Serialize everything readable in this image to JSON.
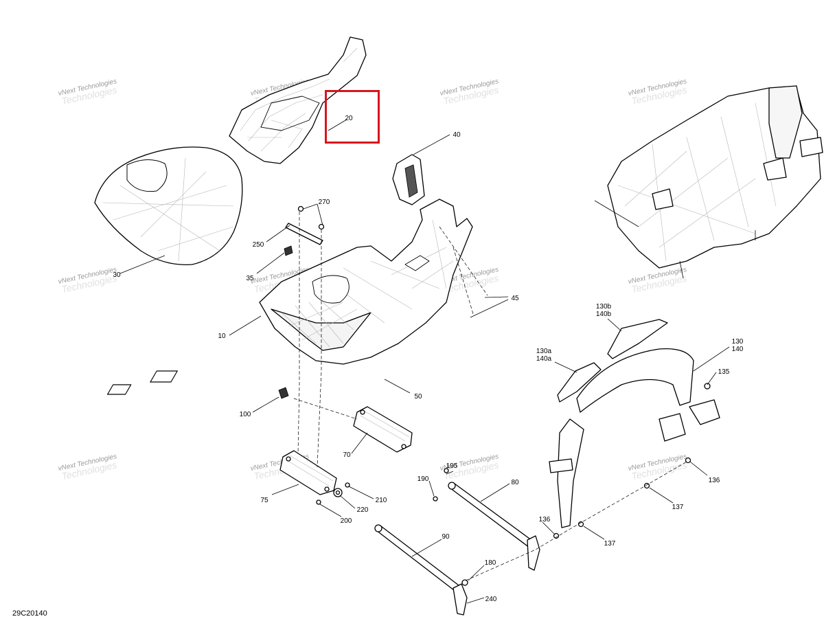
{
  "diagram": {
    "drawing_code": "29C20140",
    "watermark_lines": [
      "vNext Technologies",
      "Technologies"
    ],
    "highlight_color": "#d9141b",
    "highlighted_callout": "20",
    "callouts": [
      {
        "id": "c20",
        "text": "20"
      },
      {
        "id": "c40",
        "text": "40"
      },
      {
        "id": "c270",
        "text": "270"
      },
      {
        "id": "c250",
        "text": "250"
      },
      {
        "id": "c35",
        "text": "35"
      },
      {
        "id": "c30",
        "text": "30"
      },
      {
        "id": "c45",
        "text": "45"
      },
      {
        "id": "c10",
        "text": "10"
      },
      {
        "id": "c130b",
        "lines": [
          "130b",
          "140b"
        ]
      },
      {
        "id": "c130a",
        "lines": [
          "130a",
          "140a"
        ]
      },
      {
        "id": "c130",
        "lines": [
          "130",
          "140"
        ]
      },
      {
        "id": "c135",
        "text": "135"
      },
      {
        "id": "c50",
        "text": "50"
      },
      {
        "id": "c100",
        "text": "100"
      },
      {
        "id": "c70",
        "text": "70"
      },
      {
        "id": "c195",
        "text": "195"
      },
      {
        "id": "c190",
        "text": "190"
      },
      {
        "id": "c80",
        "text": "80"
      },
      {
        "id": "c75",
        "text": "75"
      },
      {
        "id": "c210",
        "text": "210"
      },
      {
        "id": "c220",
        "text": "220"
      },
      {
        "id": "c200",
        "text": "200"
      },
      {
        "id": "c136a",
        "text": "136"
      },
      {
        "id": "c136b",
        "text": "136"
      },
      {
        "id": "c137a",
        "text": "137"
      },
      {
        "id": "c137b",
        "text": "137"
      },
      {
        "id": "c90",
        "text": "90"
      },
      {
        "id": "c180",
        "text": "180"
      },
      {
        "id": "c240",
        "text": "240"
      }
    ]
  }
}
